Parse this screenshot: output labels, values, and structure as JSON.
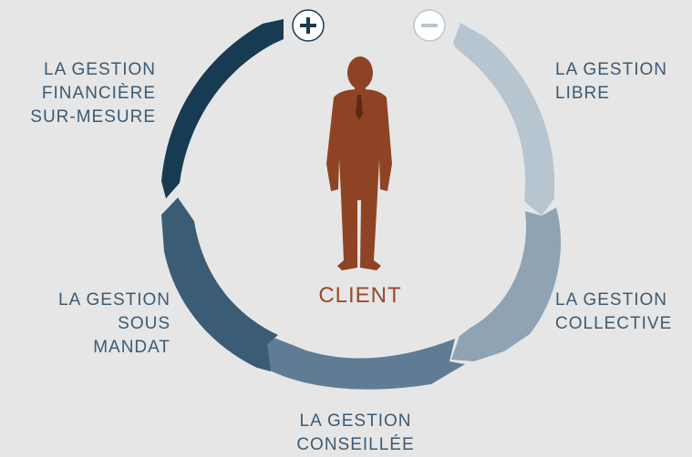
{
  "center": {
    "label": "CLIENT",
    "figure_icon": "businessman-icon"
  },
  "indicators": {
    "plus": "+",
    "minus": "−"
  },
  "segments": [
    {
      "id": "sur-mesure",
      "lines": [
        "LA GESTION",
        "FINANCIÈRE",
        "SUR-MESURE"
      ],
      "color": "#173b52"
    },
    {
      "id": "libre",
      "lines": [
        "LA GESTION",
        "LIBRE"
      ],
      "color": "#b7c5d1"
    },
    {
      "id": "collective",
      "lines": [
        "LA GESTION",
        "COLLECTIVE"
      ],
      "color": "#8fa3b5"
    },
    {
      "id": "conseillee",
      "lines": [
        "LA GESTION",
        "CONSEILLÉE"
      ],
      "color": "#5f7c94"
    },
    {
      "id": "sous-mandat",
      "lines": [
        "LA GESTION",
        "SOUS",
        "MANDAT"
      ],
      "color": "#3a5c75"
    }
  ],
  "colors": {
    "background": "#e6e6e6",
    "label_text": "#3d5a72",
    "client": "#9a4a28",
    "figure": "#8e4424"
  }
}
